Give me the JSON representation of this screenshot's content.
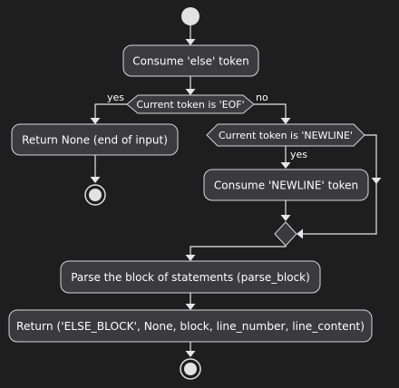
{
  "diagram": {
    "actions": {
      "consume_else": "Consume 'else' token",
      "return_none": "Return None (end of input)",
      "consume_newline": "Consume 'NEWLINE' token",
      "parse_block": "Parse the block of statements (parse_block)",
      "return_else_block": "Return ('ELSE_BLOCK', None, block, line_number, line_content)"
    },
    "conditions": {
      "is_eof": "Current token is 'EOF'",
      "is_newline": "Current token is 'NEWLINE'"
    },
    "branch_labels": {
      "eof_yes": "yes",
      "eof_no": "no",
      "newline_yes": "yes"
    }
  }
}
